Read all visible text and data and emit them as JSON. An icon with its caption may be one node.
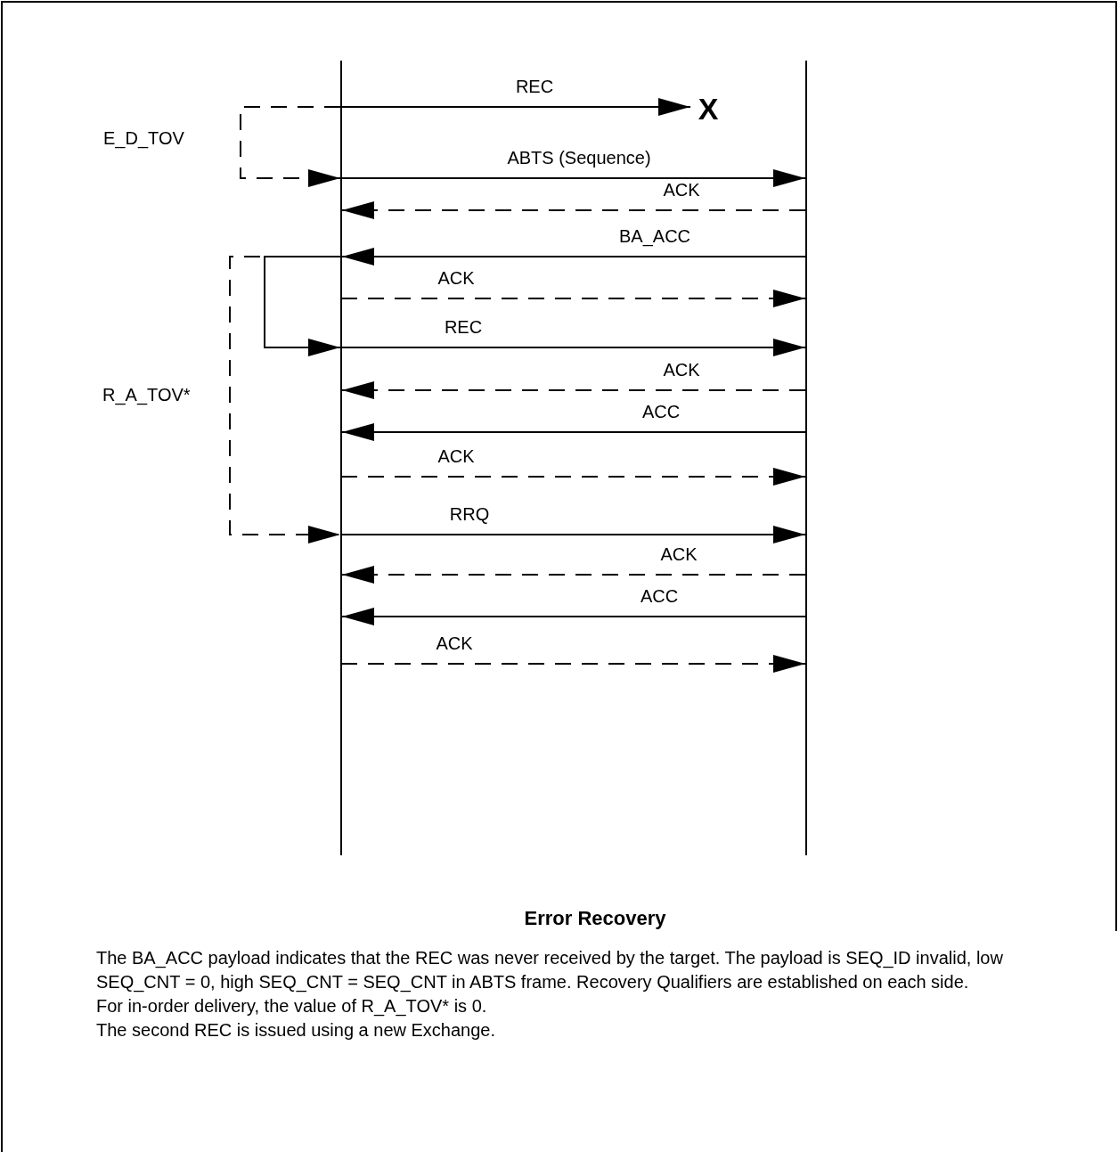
{
  "diagram": {
    "title": "Error Recovery",
    "nodes": [
      {
        "text": [],
        "shape": "bar"
      },
      {
        "text": [],
        "shape": "bar"
      },
      {
        "text": [
          "X"
        ]
      }
    ],
    "edges": [
      {
        "from": 0,
        "to": 2,
        "arrow": "to",
        "label": "REC"
      },
      {
        "from": 0,
        "to": 1,
        "arrow": "to",
        "label": "ABTS (Sequence)"
      },
      {
        "from": 1,
        "to": 0,
        "arrow": "to",
        "label": "ACK",
        "style": "dashed"
      },
      {
        "from": 1,
        "to": 0,
        "arrow": "to",
        "label": "BA_ACC"
      },
      {
        "from": 0,
        "to": 1,
        "arrow": "to",
        "label": "ACK",
        "style": "dashed"
      },
      {
        "from": 0,
        "to": 1,
        "arrow": "to",
        "label": "REC"
      },
      {
        "from": 1,
        "to": 0,
        "arrow": "to",
        "label": "ACK",
        "style": "dashed"
      },
      {
        "from": 1,
        "to": 0,
        "arrow": "to",
        "label": "ACC"
      },
      {
        "from": 0,
        "to": 1,
        "arrow": "to",
        "label": "ACK",
        "style": "dashed"
      },
      {
        "from": 0,
        "to": 1,
        "arrow": "to",
        "label": "RRQ"
      },
      {
        "from": 1,
        "to": 0,
        "arrow": "to",
        "label": "ACK",
        "style": "dashed"
      },
      {
        "from": 1,
        "to": 0,
        "arrow": "to",
        "label": "ACC"
      },
      {
        "from": 0,
        "to": 1,
        "arrow": "to",
        "label": "ACK",
        "style": "dashed"
      },
      {
        "from": 0,
        "to": 0,
        "arrow": "to",
        "style": "dashed"
      },
      {
        "from": 0,
        "to": 0,
        "arrow": "to",
        "style": "dashed"
      },
      {
        "from": 0,
        "to": 0,
        "arrow": "to"
      }
    ],
    "labels": [
      "E_D_TOV",
      "R_A_TOV*",
      "The BA_ACC payload indicates that the REC was never received by the target. The payload is SEQ_ID invalid, low SEQ_CNT = 0, high SEQ_CNT = SEQ_CNT in ABTS frame. Recovery Qualifiers are established on each side.",
      "For in-order delivery, the value of R_A_TOV* is 0.",
      "The second REC is issued using a new Exchange."
    ]
  }
}
